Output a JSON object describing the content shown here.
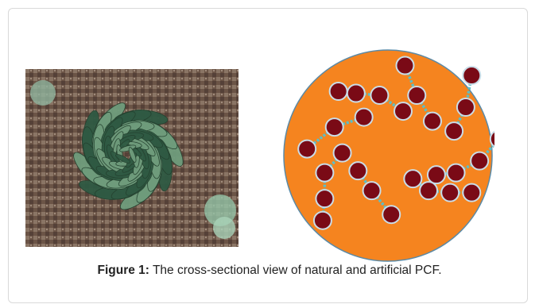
{
  "figure": {
    "caption_label": "Figure 1:",
    "caption_text": " The cross-sectional view of natural and artificial PCF."
  },
  "photo": {
    "subject": "spiral aloe plant (natural PCF)",
    "colors": {
      "leaf_dark": "#2f5a43",
      "leaf_light": "#6f9c7c",
      "soil": "#6b5446"
    }
  },
  "diagram": {
    "colors": {
      "background": "#ffffff",
      "core": "#f5841f",
      "core_border": "#5b8aa6",
      "node": "#7a0a16",
      "node_ring": "#c9dde8",
      "link": "#5bbfc8"
    },
    "chains": [
      [
        [
          0.25,
          0.18
        ],
        [
          0.34,
          0.19
        ],
        [
          0.46,
          0.2
        ],
        [
          0.58,
          0.28
        ]
      ],
      [
        [
          0.59,
          0.05
        ],
        [
          0.65,
          0.2
        ],
        [
          0.73,
          0.33
        ]
      ],
      [
        [
          0.93,
          0.1
        ],
        [
          0.9,
          0.26
        ],
        [
          0.84,
          0.38
        ]
      ],
      [
        [
          0.38,
          0.31
        ],
        [
          0.23,
          0.36
        ],
        [
          0.09,
          0.47
        ]
      ],
      [
        [
          0.27,
          0.49
        ],
        [
          0.18,
          0.59
        ],
        [
          0.18,
          0.72
        ],
        [
          0.17,
          0.83
        ]
      ],
      [
        [
          0.35,
          0.58
        ],
        [
          0.42,
          0.68
        ],
        [
          0.52,
          0.8
        ]
      ],
      [
        [
          0.63,
          0.62
        ],
        [
          0.71,
          0.68
        ],
        [
          0.82,
          0.69
        ],
        [
          0.93,
          0.69
        ]
      ],
      [
        [
          1.07,
          0.42
        ],
        [
          0.97,
          0.53
        ],
        [
          0.85,
          0.59
        ],
        [
          0.75,
          0.6
        ]
      ]
    ]
  }
}
